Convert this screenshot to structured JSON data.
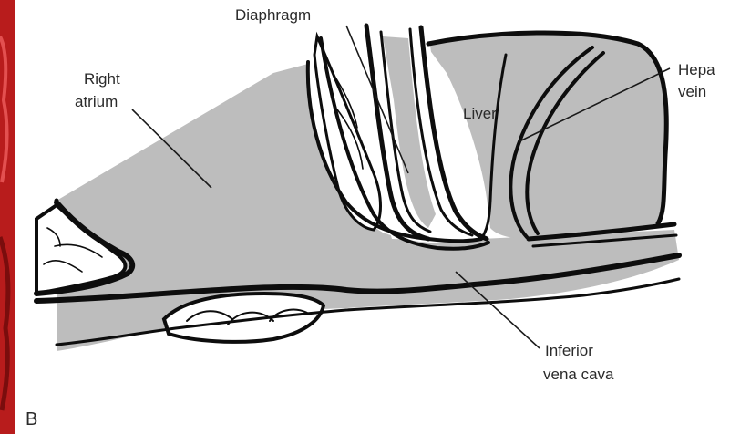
{
  "labels": {
    "right_atrium_line1": "Right",
    "right_atrium_line2": "atrium",
    "diaphragm": "Diaphragm",
    "liver": "Liver",
    "hepatic_line1": "Hepa",
    "hepatic_line2": "vein",
    "ivc_line1": "Inferior",
    "ivc_line2": "vena cava",
    "panel": "B"
  },
  "colors": {
    "tissue_fill": "#bdbdbd",
    "outline": "#0d0d0d",
    "background": "#ffffff",
    "left_edge_photo": "#b81c1c"
  }
}
